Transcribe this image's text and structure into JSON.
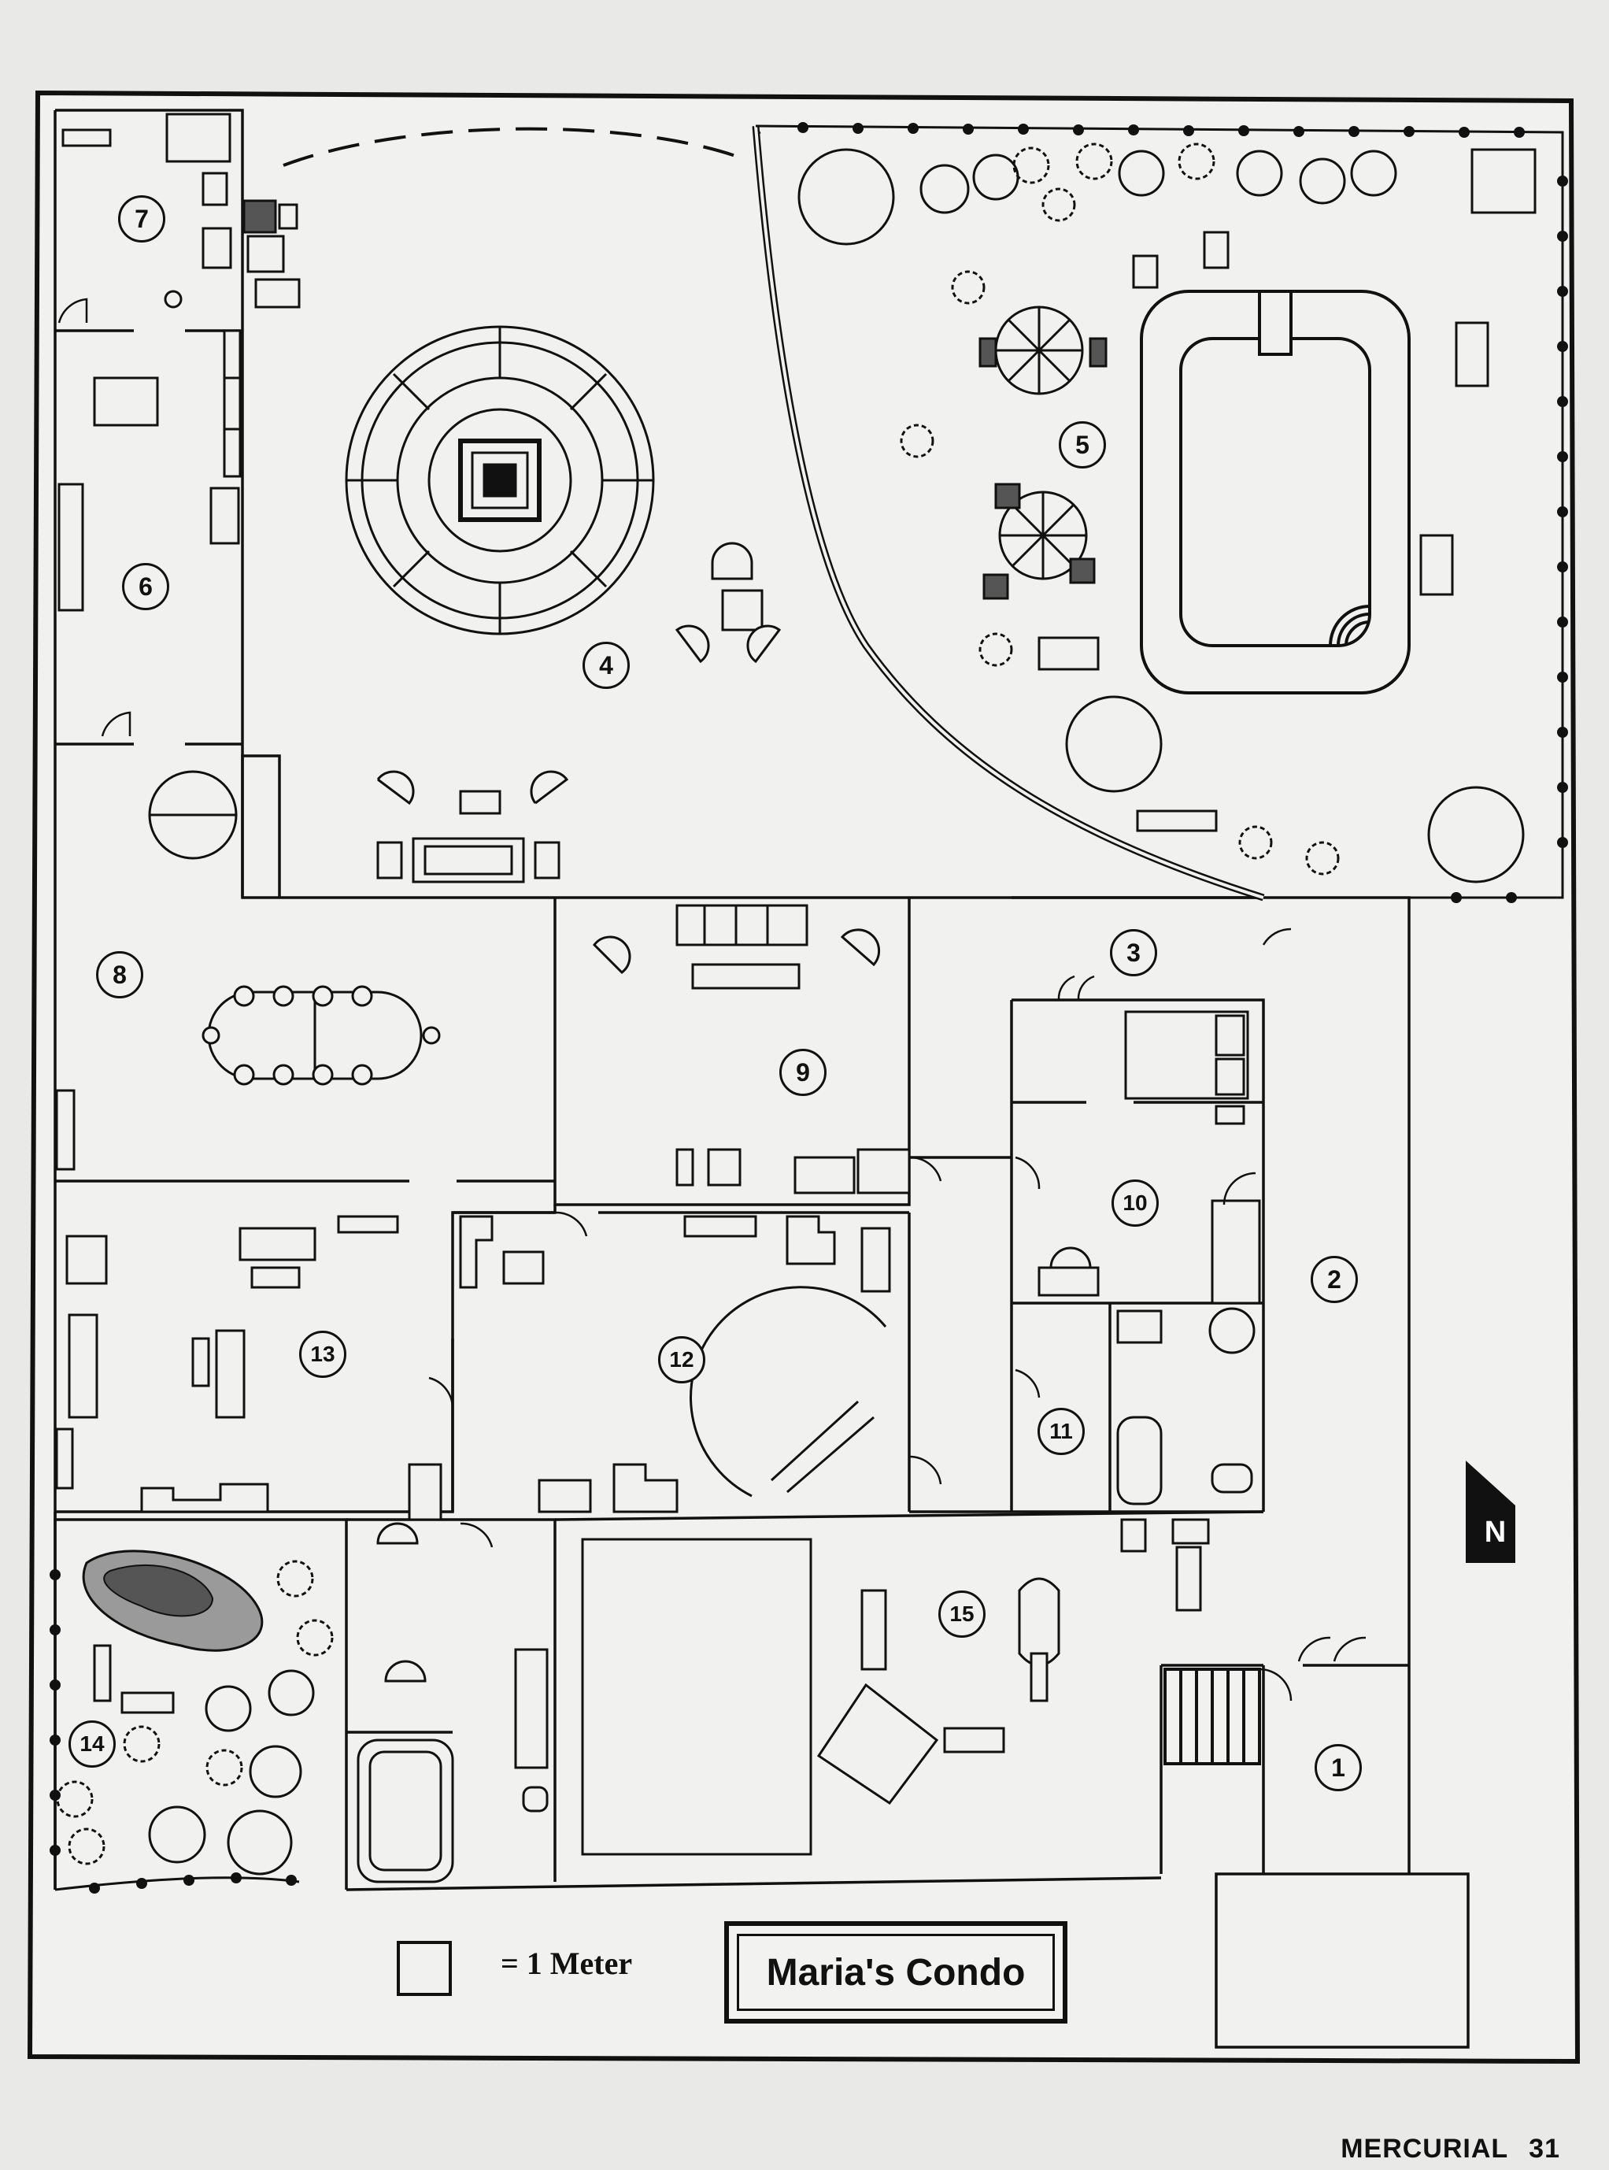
{
  "map": {
    "title": "Maria's Condo",
    "scale_label": "= 1 Meter",
    "north_label": "N",
    "areas": [
      {
        "number": "1"
      },
      {
        "number": "2"
      },
      {
        "number": "3"
      },
      {
        "number": "4"
      },
      {
        "number": "5"
      },
      {
        "number": "6"
      },
      {
        "number": "7"
      },
      {
        "number": "8"
      },
      {
        "number": "9"
      },
      {
        "number": "10"
      },
      {
        "number": "11"
      },
      {
        "number": "12"
      },
      {
        "number": "13"
      },
      {
        "number": "14"
      },
      {
        "number": "15"
      }
    ]
  },
  "footer": {
    "publication": "MERCURIAL",
    "page_number": "31"
  },
  "colors": {
    "paper": "#e9e9e7",
    "ink": "#111111",
    "pond_dark": "#555555",
    "pond_light": "#9a9a9a"
  }
}
